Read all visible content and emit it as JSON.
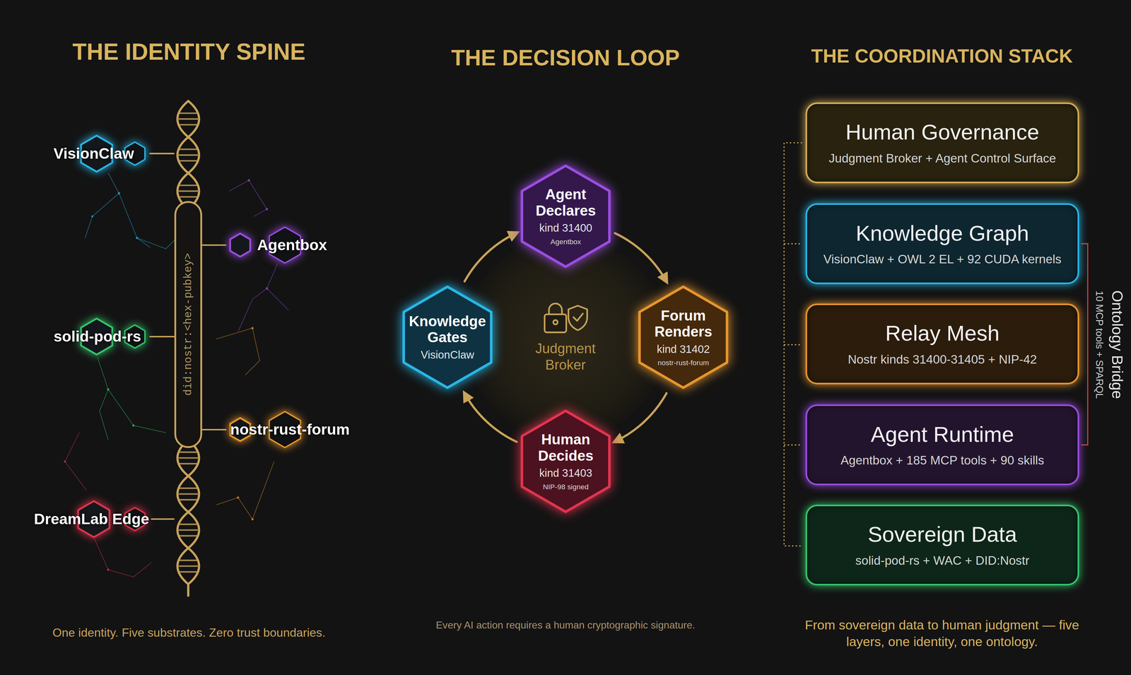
{
  "diagram": {
    "nodes": [
      {
        "text": [
          "did:nostr:<hex-pubkey>"
        ]
      },
      {
        "text": [
          "VisionClaw"
        ]
      },
      {
        "text": [
          "Agentbox"
        ]
      },
      {
        "text": [
          "solid-pod-rs"
        ]
      },
      {
        "text": [
          "nostr-rust-forum"
        ]
      },
      {
        "text": [
          "DreamLab Edge"
        ]
      },
      {
        "text": [
          "Agent Declares",
          "kind 31400",
          "Agentbox"
        ]
      },
      {
        "text": [
          "Knowledge Gates",
          "VisionClaw"
        ]
      },
      {
        "text": [
          "Judgment Broker"
        ]
      },
      {
        "text": [
          "Forum Renders",
          "kind 31402",
          "nostr-rust-forum"
        ]
      },
      {
        "text": [
          "Human Decides",
          "kind 31403",
          "NIP-98 signed"
        ]
      },
      {
        "text": [
          "Human Governance",
          "Judgment Broker + Agent Control Surface"
        ]
      },
      {
        "text": [
          "Knowledge Graph",
          "VisionClaw + OWL 2 EL + 92 CUDA kernels"
        ]
      },
      {
        "text": [
          "Relay Mesh",
          "Nostr kinds 31400-31405 + NIP-42"
        ]
      },
      {
        "text": [
          "Agent Runtime",
          "Agentbox + 185 MCP tools + 90 skills"
        ]
      },
      {
        "text": [
          "Sovereign Data",
          "solid-pod-rs + WAC + DID:Nostr"
        ]
      }
    ],
    "edges": [
      {
        "from": 1,
        "to": 0,
        "arrow": "none"
      },
      {
        "from": 2,
        "to": 0,
        "arrow": "none"
      },
      {
        "from": 3,
        "to": 0,
        "arrow": "none"
      },
      {
        "from": 4,
        "to": 0,
        "arrow": "none"
      },
      {
        "from": 5,
        "to": 0,
        "arrow": "none"
      },
      {
        "from": 6,
        "to": 9,
        "arrow": "to"
      },
      {
        "from": 9,
        "to": 10,
        "arrow": "to"
      },
      {
        "from": 10,
        "to": 7,
        "arrow": "to"
      },
      {
        "from": 7,
        "to": 6,
        "arrow": "to"
      }
    ],
    "labels": [
      "THE IDENTITY SPINE",
      "THE DECISION LOOP",
      "THE COORDINATION STACK",
      "One identity. Five substrates. Zero trust boundaries.",
      "Every AI action requires a human cryptographic signature.",
      "From sovereign data to human judgment — five layers, one identity, one ontology.",
      "Ontology Bridge",
      "10 MCP tools + SPARQL"
    ]
  }
}
